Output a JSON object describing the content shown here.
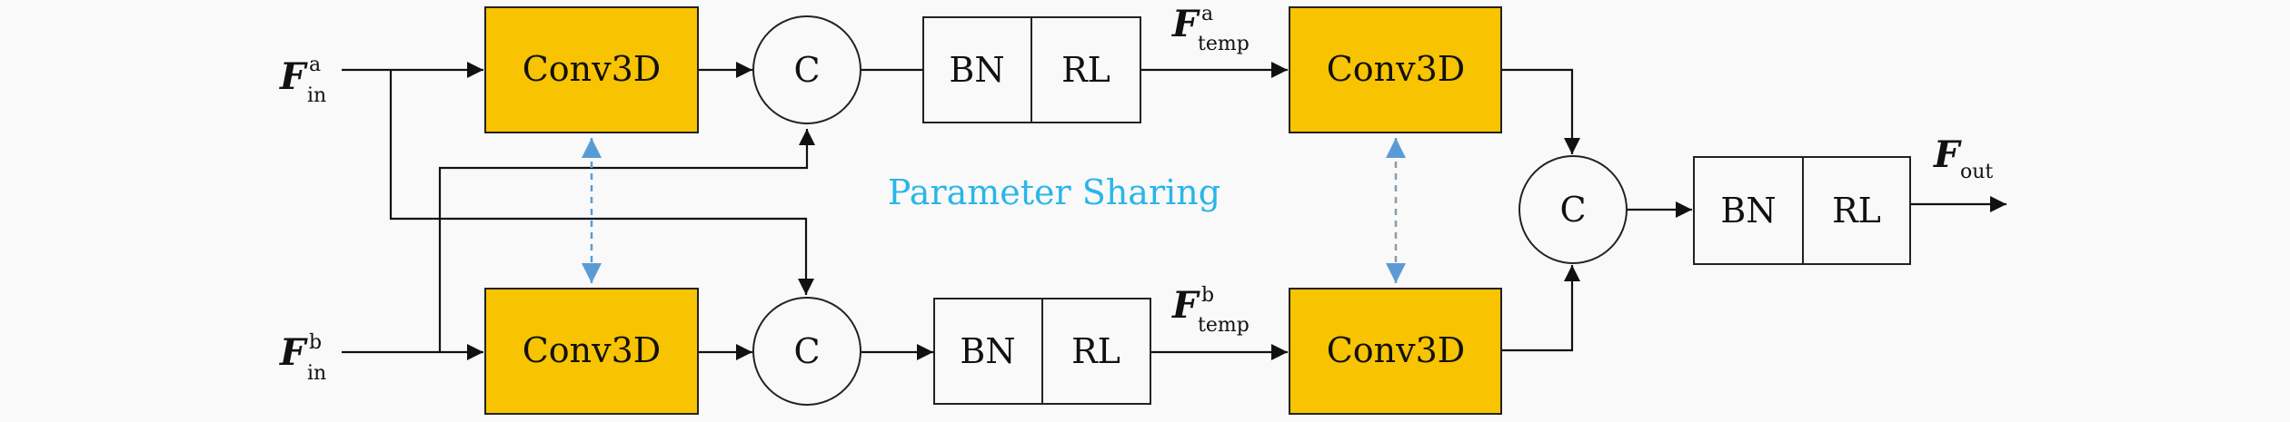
{
  "diagram": {
    "conv_label": "Conv3D",
    "concat_label": "C",
    "bn_label": "BN",
    "rl_label": "RL",
    "sharing_label": "Parameter Sharing",
    "inputs": {
      "a": {
        "main": "F",
        "sup": "a",
        "sub": "in"
      },
      "b": {
        "main": "F",
        "sup": "b",
        "sub": "in"
      }
    },
    "temps": {
      "a": {
        "main": "F",
        "sup": "a",
        "sub": "temp"
      },
      "b": {
        "main": "F",
        "sup": "b",
        "sub": "temp"
      }
    },
    "output": {
      "main": "F",
      "sub": "out"
    },
    "colors": {
      "conv_fill": "#f8c300",
      "sharing_arrow": "#5b9bd5",
      "sharing_text": "#29b6e8",
      "background": "#f9f9f9"
    }
  }
}
